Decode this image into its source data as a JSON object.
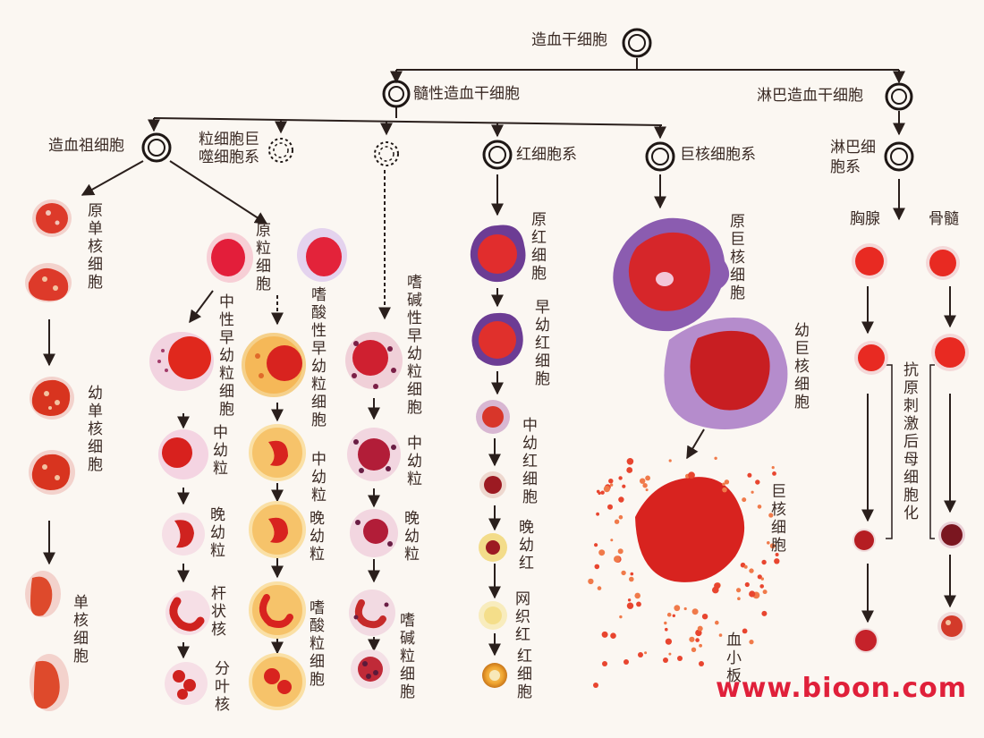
{
  "diagram": {
    "root": "造血干细胞",
    "myeloid_stem": "髓性造血干细胞",
    "lymphoid_stem": "淋巴造血干细胞",
    "monocyte_progenitor": "造血祖细胞",
    "granulocyte_macrophage": "粒细胞巨噬细胞系",
    "erythroid_series": "红细胞系",
    "megakaryocyte_series": "巨核细胞系",
    "lymphocyte_series": "淋巴细胞系",
    "thymus": "胸腺",
    "bone_marrow": "骨髓",
    "monocyte_line": {
      "promonocyte": "原单核细胞",
      "young_monocyte": "幼单核细胞",
      "monocyte": "单核细胞"
    },
    "neutrophil_line": {
      "myeloblast": "原粒细胞",
      "promyelocyte": "中性早幼粒细胞",
      "myelocyte": "中幼粒",
      "metamyelocyte": "晚幼粒",
      "band": "杆状核",
      "segmented": "分叶核"
    },
    "eosinophil_line": {
      "promyelocyte": "嗜酸性早幼粒细胞",
      "myelocyte": "中幼粒",
      "metamyelocyte": "晚幼粒",
      "mature": "嗜酸粒细胞"
    },
    "basophil_line": {
      "promyelocyte": "嗜碱性早幼粒细胞",
      "myelocyte": "中幼粒",
      "metamyelocyte": "晚幼粒",
      "mature": "嗜碱粒细胞"
    },
    "erythroid_line": {
      "proerythroblast": "原红细胞",
      "early": "早幼红细胞",
      "intermediate": "中幼红细胞",
      "late": "晚幼红",
      "reticulocyte": "网织红",
      "erythrocyte": "红细胞"
    },
    "megakaryocyte_line": {
      "megakaryoblast": "原巨核细胞",
      "promegakaryocyte": "幼巨核细胞",
      "megakaryocyte": "巨核细胞",
      "platelet": "血小板"
    },
    "lymph_note": "抗原刺激后母细胞化"
  },
  "watermark": "www.bioon.com",
  "colors": {
    "nucleus": "#d8222a",
    "cytoplasm_pink": "#f3c9c9",
    "erythro_cytoplasm": "#6c3c94",
    "megakaryo_cytoplasm": "#8b5cb0",
    "arrow": "#2a1f1c"
  }
}
